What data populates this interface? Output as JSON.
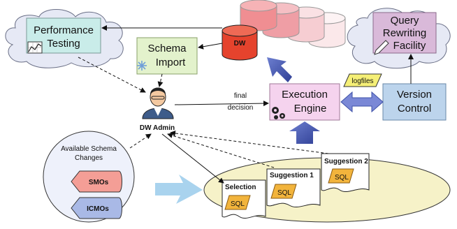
{
  "nodes": {
    "performance_testing": [
      "Performance",
      "Testing"
    ],
    "schema_import": [
      "Schema",
      "Import"
    ],
    "dw": "DW",
    "query_rewriting": [
      "Query",
      "Rewriting",
      "Facility"
    ],
    "execution_engine": [
      "Execution",
      "Engine"
    ],
    "version_control": [
      "Version",
      "Control"
    ],
    "dw_admin": "DW Admin",
    "available_changes": [
      "Available Schema",
      "Changes"
    ],
    "smos": "SMOs",
    "icmos": "ICMOs",
    "selection": "Selection",
    "suggestion1": "Suggestion 1",
    "suggestion2": "Suggestion 2",
    "sql": "SQL"
  },
  "edges": {
    "final_decision": [
      "final",
      "decision"
    ],
    "logfiles": "logfiles"
  },
  "colors": {
    "cloud": "#e6e9f5",
    "teal_box": "#c9ece9",
    "green_box": "#e3f2cc",
    "pink_box": "#f5d3ee",
    "blue_box": "#bcd4ec",
    "purple_box": "#d9b9d9",
    "dw_red": "#e5432d",
    "arrow_blue": "#3f52a8",
    "ellipse": "#f6f2c8",
    "circle": "#eef1fb",
    "smos": "#f49e96",
    "icmos": "#a9b9e6",
    "logfiles": "#f5ef76"
  }
}
